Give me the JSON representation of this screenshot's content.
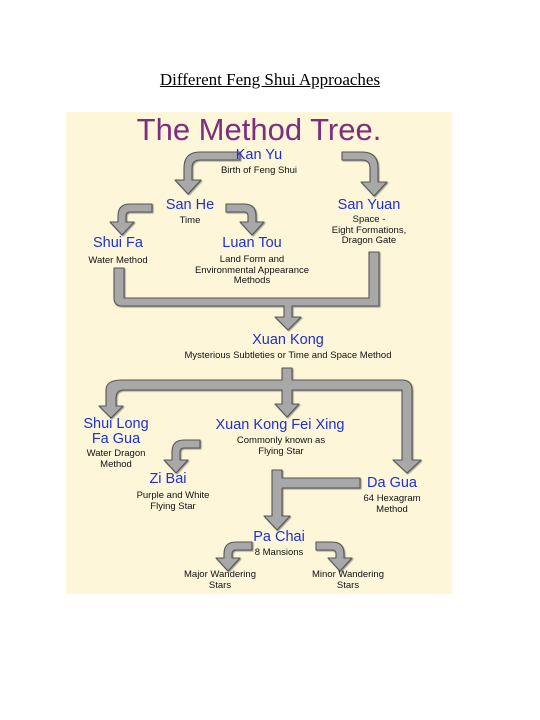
{
  "document": {
    "title": "Different Feng Shui Approaches"
  },
  "tree": {
    "title": "The Method Tree.",
    "nodes": {
      "kan_yu": {
        "name": "Kan Yu",
        "desc": "Birth of Feng Shui"
      },
      "san_he": {
        "name": "San He",
        "desc": "Time"
      },
      "san_yuan": {
        "name": "San Yuan",
        "desc": [
          "Space -",
          "Eight Formations,",
          "Dragon Gate"
        ]
      },
      "shui_fa": {
        "name": "Shui Fa",
        "desc": "Water Method"
      },
      "luan_tou": {
        "name": "Luan Tou",
        "desc": [
          "Land Form and",
          "Environmental Appearance",
          "Methods"
        ]
      },
      "xuan_kong": {
        "name": "Xuan Kong",
        "desc": "Mysterious Subtleties or Time and Space Method"
      },
      "shui_long": {
        "name": [
          "Shui Long",
          "Fa Gua"
        ],
        "desc": [
          "Water Dragon",
          "Method"
        ]
      },
      "fei_xing": {
        "name": "Xuan Kong Fei Xing",
        "desc": [
          "Commonly known as",
          "Flying Star"
        ]
      },
      "zi_bai": {
        "name": "Zi Bai",
        "desc": [
          "Purple and White",
          "Flying Star"
        ]
      },
      "da_gua": {
        "name": "Da Gua",
        "desc": [
          "64 Hexagram",
          "Method"
        ]
      },
      "pa_chai": {
        "name": "Pa Chai",
        "desc": "8 Mansions"
      },
      "major": {
        "desc": [
          "Major Wandering",
          "Stars"
        ]
      },
      "minor": {
        "desc": [
          "Minor Wandering",
          "Stars"
        ]
      }
    },
    "colors": {
      "title": "#7c2f7c",
      "node_name": "#1d2fd8",
      "arrow": "#a8a8a8",
      "background": "#fdf6d9"
    }
  }
}
